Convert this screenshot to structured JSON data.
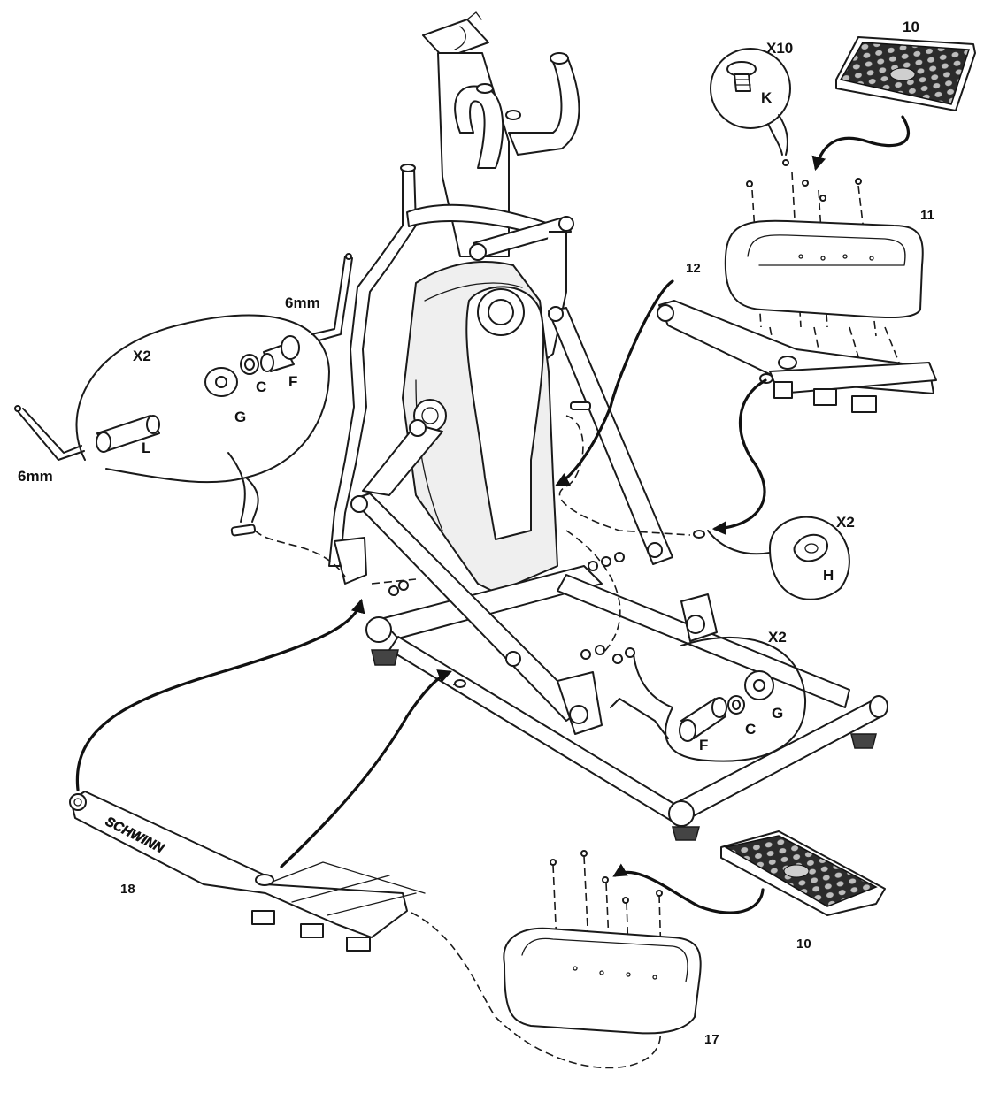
{
  "labels": {
    "part_10_top": "10",
    "part_10_bottom": "10",
    "part_11": "11",
    "part_12": "12",
    "part_17": "17",
    "part_18": "18",
    "qty_x10": "X10",
    "qty_x2_left": "X2",
    "qty_x2_right": "X2",
    "qty_x2_bottom": "X2",
    "hw_k": "K",
    "hw_g_left": "G",
    "hw_c_left": "C",
    "hw_f_left": "F",
    "hw_l": "L",
    "hw_h": "H",
    "hw_f_bottom": "F",
    "hw_c_bottom": "C",
    "hw_g_bottom": "G",
    "tool_6mm_top": "6mm",
    "tool_6mm_left": "6mm",
    "brand_text": "SCHWINN"
  }
}
